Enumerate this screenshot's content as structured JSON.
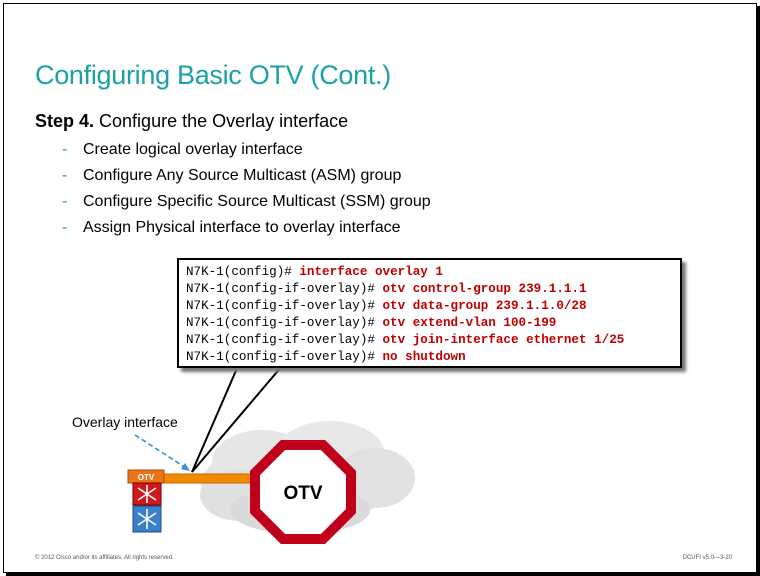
{
  "slide": {
    "title": "Configuring Basic OTV (Cont.)",
    "step_label": "Step 4.",
    "step_text": " Configure the Overlay interface",
    "bullets": [
      "Create logical overlay interface",
      "Configure  Any Source Multicast (ASM) group",
      "Configure Specific Source Multicast (SSM) group",
      "Assign Physical interface to overlay interface"
    ],
    "bullet_marker": "-"
  },
  "cli": {
    "lines": [
      {
        "prompt": "N7K-1(config)# ",
        "command": "interface overlay 1"
      },
      {
        "prompt": "N7K-1(config-if-overlay)# ",
        "command": "otv control-group 239.1.1.1"
      },
      {
        "prompt": "N7K-1(config-if-overlay)# ",
        "command": "otv data-group 239.1.1.0/28"
      },
      {
        "prompt": "N7K-1(config-if-overlay)# ",
        "command": "otv extend-vlan 100-199"
      },
      {
        "prompt": "N7K-1(config-if-overlay)# ",
        "command": "otv join-interface ethernet 1/25"
      },
      {
        "prompt": "N7K-1(config-if-overlay)# ",
        "command": "no shutdown"
      }
    ]
  },
  "diagram": {
    "overlay_label": "Overlay interface",
    "octagon_label": "OTV",
    "device_tag": "OTV",
    "colors": {
      "octagon_border": "#c0001b",
      "link": "#f08a00",
      "device_tag": "#e8751a",
      "device_red": "#d01a1a",
      "device_blue": "#3a7fc9",
      "title": "#1ba1a6",
      "command": "#c00000"
    }
  },
  "footer": {
    "left": "© 2012 Cisco and/or its affiliates. All rights reserved.",
    "right": "DCUFI v5.0—3-20"
  }
}
